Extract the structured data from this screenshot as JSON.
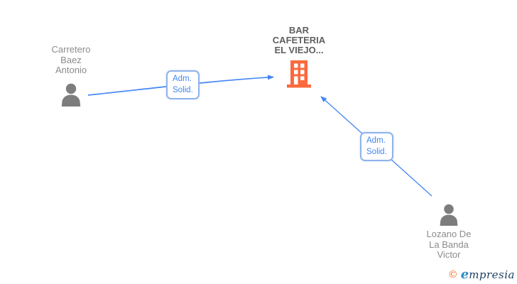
{
  "diagram": {
    "nodes": [
      {
        "id": "person-carretero",
        "type": "person",
        "label": "Carretero\nBaez\nAntonio"
      },
      {
        "id": "company-bar-cafeteria",
        "type": "company",
        "label": "BAR\nCAFETERIA\nEL VIEJO..."
      },
      {
        "id": "person-lozano",
        "type": "person",
        "label": "Lozano De\nLa Banda\nVictor"
      }
    ],
    "edges": [
      {
        "from": "person-carretero",
        "to": "company-bar-cafeteria",
        "label": "Adm.\nSolid."
      },
      {
        "from": "person-lozano",
        "to": "company-bar-cafeteria",
        "label": "Adm.\nSolid."
      }
    ]
  },
  "colors": {
    "edge_blue": "#4285f4",
    "edge_label_border": "#8fb4ea",
    "edge_label_text": "#4285f4",
    "person_icon_gray": "#7d7d7d",
    "person_label_gray": "#8b8b8b",
    "company_label_gray": "#5f5f5f",
    "building_orange": "#fa6a3d",
    "logo_copyright_orange": "#f07022",
    "logo_e_blue": "#2f8dc3",
    "logo_text_navy": "#1d3f63"
  },
  "footer": {
    "copyright_symbol": "©",
    "brand_first_letter": "e",
    "brand_rest": "mpresia"
  }
}
